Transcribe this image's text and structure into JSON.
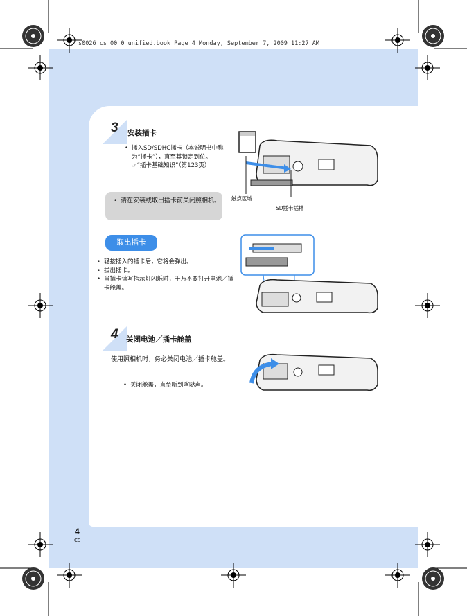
{
  "header": {
    "file_info": "s0026_cs_00_0_unified.book  Page 4  Monday, September 7, 2009  11:27 AM"
  },
  "step3": {
    "number": "3",
    "title": "安装插卡",
    "bullets": [
      "插入SD/SDHC插卡（本说明书中称为“插卡”），直至其锁定到位。",
      "☞“插卡基础知识”（第123页）"
    ],
    "note": "请在安装或取出插卡前关闭照相机。",
    "labels": {
      "contact_area": "触点区域",
      "sd_slot": "SD插卡插槽"
    }
  },
  "remove": {
    "pill": "取出插卡",
    "bullets": [
      "轻按插入的插卡后，它将会弹出。",
      "拔出插卡。",
      "当插卡读写指示灯闪烁时，千万不要打开电池／插卡舱盖。"
    ]
  },
  "step4": {
    "number": "4",
    "title": "关闭电池／插卡舱盖",
    "body": "使用照相机时，务必关闭电池／插卡舱盖。",
    "bullet": "关闭舱盖，直至听到喀哒声。"
  },
  "footer": {
    "page_number": "4",
    "lang": "CS"
  },
  "colors": {
    "page_bg": "#cfe0f7",
    "accent_blue": "#3d8ee8",
    "note_gray": "#d6d6d6"
  }
}
